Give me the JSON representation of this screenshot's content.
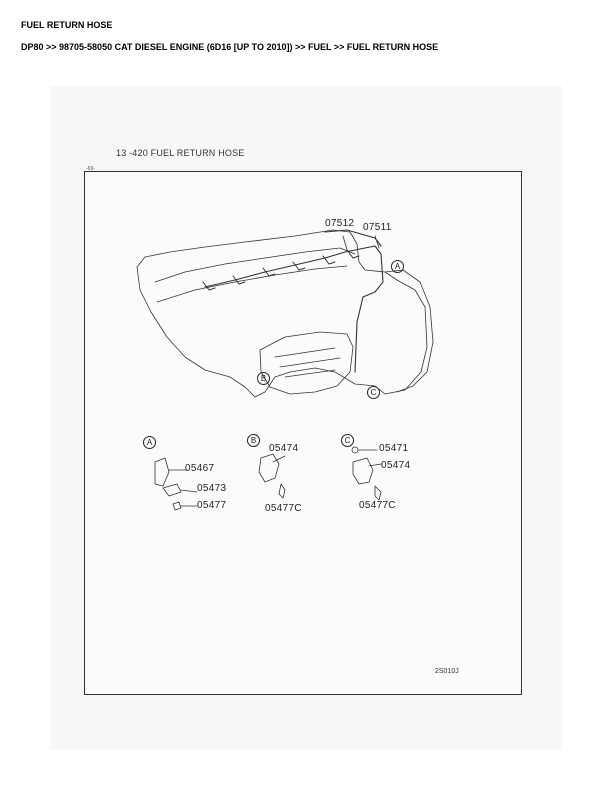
{
  "page": {
    "title": "FUEL RETURN HOSE",
    "breadcrumb": "DP80 >> 98705-58050 CAT DIESEL ENGINE (6D16 [UP TO 2010]) >> FUEL >> FUEL RETURN HOSE"
  },
  "figure": {
    "header": "13 -420   FUEL RETURN HOSE",
    "page_mark": "-69-",
    "drawing_code": "2S010J",
    "callouts": {
      "c07512": "07512",
      "c07511": "07511",
      "a05467": "05467",
      "a05473": "05473",
      "a05477": "05477",
      "b05474": "05474",
      "b05477c": "05477C",
      "c05471": "05471",
      "c05474": "05474",
      "c05477c": "05477C"
    },
    "detail_markers": {
      "a": "A",
      "b": "B",
      "c": "C"
    }
  }
}
